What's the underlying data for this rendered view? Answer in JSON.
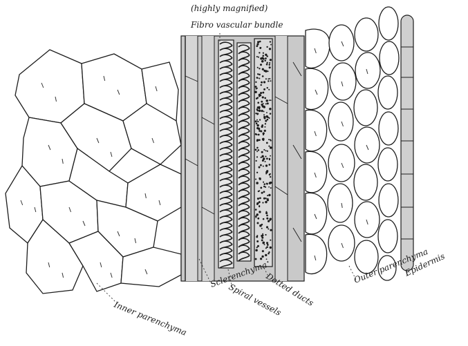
{
  "title_top": "(highly magnified)",
  "labels": {
    "fibro_vascular_bundle": "Fibro vascular bundle",
    "inner_parenchyma": "Inner parenchyma",
    "sclerenchyma": "Sclerenchyma",
    "spiral_vessels": "Spiral vessels",
    "dotted_ducts": "Dotted ducts",
    "outer_parenchyma": "Outer parenchyma",
    "epidermis": "Epidermis"
  },
  "colors": {
    "ink": "#1c1c1c",
    "bundle_fill": "#c9c9c9",
    "bundle_light": "#dcdcdc",
    "background": "#ffffff"
  }
}
